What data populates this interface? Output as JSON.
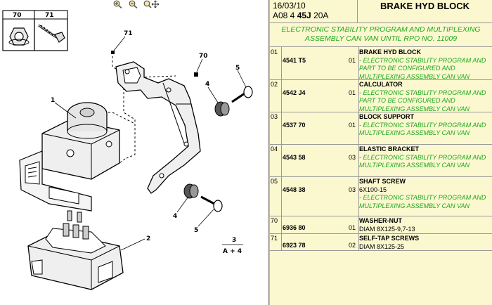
{
  "toolbar": {
    "zoom_in_icon": "zoom-in-icon",
    "zoom_out_icon": "zoom-out-icon",
    "pan_icon": "pan-icon"
  },
  "diagram": {
    "callouts": [
      "70",
      "71",
      "1",
      "2",
      "4",
      "5",
      "70",
      "71",
      "4",
      "5",
      "3"
    ],
    "ref_note_top": "3",
    "ref_note_bottom": "A + 4"
  },
  "header": {
    "date": "16/03/10",
    "ref_prefix": "A08 4",
    "ref_bold": "45J",
    "ref_suffix": "20A",
    "title": "BRAKE HYD BLOCK"
  },
  "subtitle": "ELECTRONIC STABILITY PROGRAM AND MULTIPLEXING ASSEMBLY CAN VAN UNTIL RPO NO. 11009",
  "parts": [
    {
      "idx": "01",
      "ref": "4541 T5",
      "qty": "01",
      "name": "BRAKE HYD BLOCK",
      "plain": "",
      "variant": "- ELECTRONIC STABILITY PROGRAM AND PART TO BE CONFIGURED AND MULTIPLEXING ASSEMBLY CAN VAN"
    },
    {
      "idx": "02",
      "ref": "4542 J4",
      "qty": "01",
      "name": "CALCULATOR",
      "plain": "",
      "variant": "- ELECTRONIC STABILITY PROGRAM AND PART TO BE CONFIGURED AND MULTIPLEXING ASSEMBLY CAN VAN"
    },
    {
      "idx": "03",
      "ref": "4537 70",
      "qty": "01",
      "name": "BLOCK SUPPORT",
      "plain": "",
      "variant": "- ELECTRONIC STABILITY PROGRAM AND MULTIPLEXING ASSEMBLY CAN VAN"
    },
    {
      "idx": "04",
      "ref": "4543 58",
      "qty": "03",
      "name": "ELASTIC BRACKET",
      "plain": "",
      "variant": "- ELECTRONIC STABILITY PROGRAM AND MULTIPLEXING ASSEMBLY CAN VAN"
    },
    {
      "idx": "05",
      "ref": "4548 38",
      "qty": "03",
      "name": "SHAFT SCREW",
      "plain": "6X100-15",
      "variant": "- ELECTRONIC STABILITY PROGRAM AND MULTIPLEXING ASSEMBLY CAN VAN"
    },
    {
      "idx": "70",
      "ref": "6936 80",
      "qty": "01",
      "name": "WASHER-NUT",
      "plain": "DIAM 8X125-9,7-13",
      "variant": ""
    },
    {
      "idx": "71",
      "ref": "6923 78",
      "qty": "02",
      "name": "SELF-TAP SCREWS",
      "plain": "DIAM 8X125-25",
      "variant": ""
    }
  ],
  "colors": {
    "panel_bg": "#fbf8cf",
    "variant_text": "#1ea81e",
    "border": "#999999"
  }
}
